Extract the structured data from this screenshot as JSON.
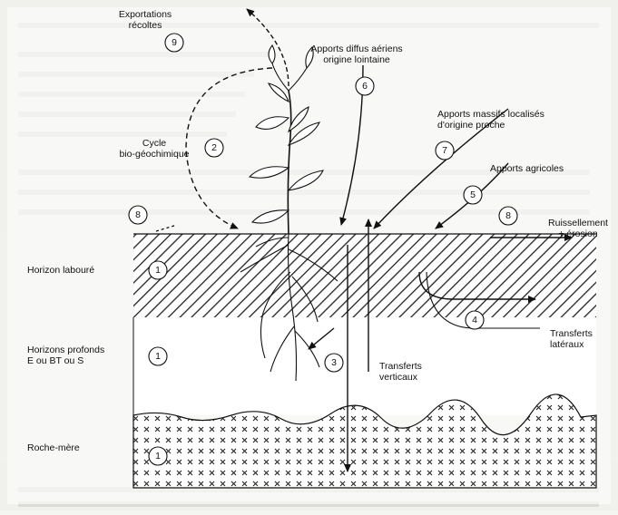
{
  "figure": {
    "layers": {
      "horizon_laboure": "Horizon labouré",
      "horizons_profonds": "Horizons profonds\nE ou BT ou S",
      "roche_mere": "Roche-mère"
    },
    "labels": {
      "exportations": "Exportations\nrécoltes",
      "cycle": "Cycle\nbio-géochimique",
      "apports_diffus": "Apports diffus aériens\norigine lointaine",
      "apports_massifs": "Apports massifs localisés\nd'origine proche",
      "apports_agricoles": "Apports agricoles",
      "ruissellement": "Ruissellement\n+ érosion",
      "transferts_verticaux": "Transferts\nverticaux",
      "transferts_lateraux": "Transferts\nlatéraux"
    },
    "markers": {
      "m1a": "1",
      "m1b": "1",
      "m1c": "1",
      "m2": "2",
      "m3": "3",
      "m4": "4",
      "m5": "5",
      "m6": "6",
      "m7": "7",
      "m8a": "8",
      "m8b": "8",
      "m9": "9"
    }
  }
}
